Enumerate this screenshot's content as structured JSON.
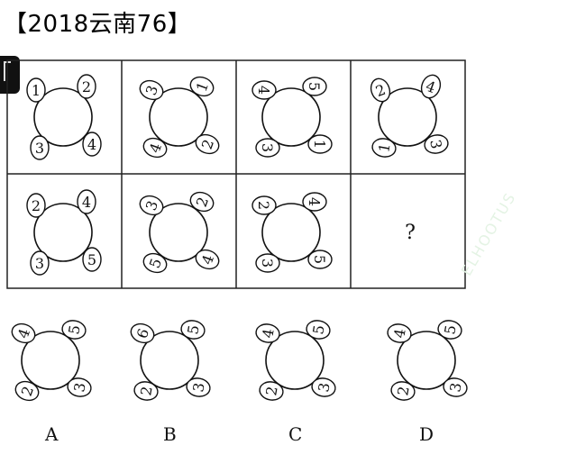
{
  "title": "【2018云南76】",
  "grid": {
    "row1": [
      {
        "tl": "1",
        "tr": "2",
        "bl": "3",
        "br": "4",
        "rot": {
          "tl": 0,
          "tr": 0,
          "bl": 0,
          "br": 0
        }
      },
      {
        "tl": "3",
        "tr": "1",
        "bl": "4",
        "br": "2",
        "rot": {
          "tl": -70,
          "tr": -70,
          "bl": -70,
          "br": -70
        }
      },
      {
        "tl": "4",
        "tr": "5",
        "bl": "3",
        "br": "1",
        "rot": {
          "tl": 90,
          "tr": 90,
          "bl": 90,
          "br": 90
        }
      },
      {
        "tl": "2",
        "tr": "4",
        "bl": "1",
        "br": "3",
        "rot": {
          "tl": -20,
          "tr": 20,
          "bl": -80,
          "br": 80
        }
      }
    ],
    "row2": [
      {
        "tl": "2",
        "tr": "4",
        "bl": "3",
        "br": "5",
        "rot": {
          "tl": 0,
          "tr": 0,
          "bl": 0,
          "br": 0
        }
      },
      {
        "tl": "3",
        "tr": "2",
        "bl": "5",
        "br": "4",
        "rot": {
          "tl": -70,
          "tr": -70,
          "bl": -70,
          "br": -70
        }
      },
      {
        "tl": "2",
        "tr": "4",
        "bl": "3",
        "br": "5",
        "rot": {
          "tl": 90,
          "tr": 90,
          "bl": 90,
          "br": 90
        }
      }
    ],
    "question_mark": "?"
  },
  "options": [
    {
      "label": "A",
      "tl": "4",
      "tr": "5",
      "bl": "2",
      "br": "3",
      "rot": {
        "tl": -70,
        "tr": -80,
        "bl": -70,
        "br": -80
      }
    },
    {
      "label": "B",
      "tl": "6",
      "tr": "5",
      "bl": "2",
      "br": "3",
      "rot": {
        "tl": -70,
        "tr": -80,
        "bl": -80,
        "br": -80
      }
    },
    {
      "label": "C",
      "tl": "4",
      "tr": "5",
      "bl": "2",
      "br": "3",
      "rot": {
        "tl": -80,
        "tr": -80,
        "bl": -80,
        "br": -80
      }
    },
    {
      "label": "D",
      "tl": "4",
      "tr": "5",
      "bl": "2",
      "br": "3",
      "rot": {
        "tl": -80,
        "tr": -80,
        "bl": -80,
        "br": -80
      }
    }
  ],
  "watermark": "ELHOOTUS"
}
